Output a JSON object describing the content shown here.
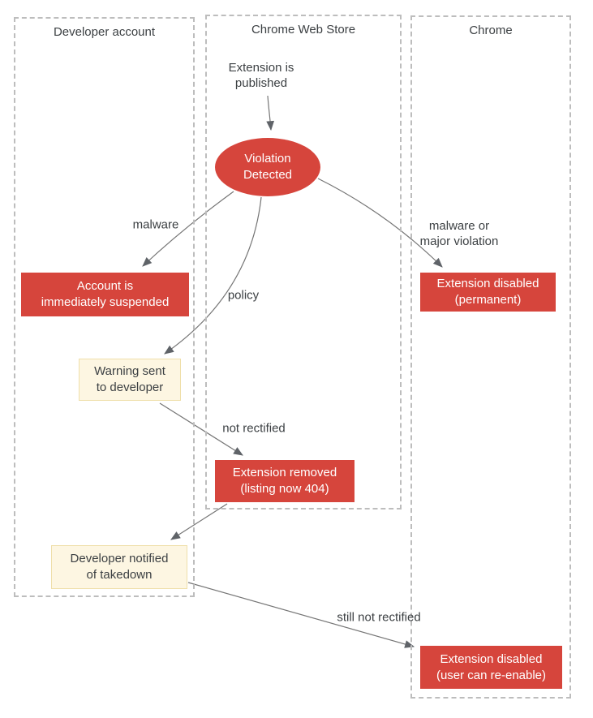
{
  "lanes": {
    "developer_account": {
      "label": "Developer account"
    },
    "chrome_web_store": {
      "label": "Chrome Web Store"
    },
    "chrome": {
      "label": "Chrome"
    }
  },
  "nodes": {
    "published": {
      "label": "Extension is\npublished"
    },
    "violation": {
      "label": "Violation\nDetected"
    },
    "suspended": {
      "label": "Account is\nimmediately suspended"
    },
    "disabled_permanent": {
      "label": "Extension disabled\n(permanent)"
    },
    "warning": {
      "label": "Warning sent\nto developer"
    },
    "removed": {
      "label": "Extension removed\n(listing now 404)"
    },
    "notified": {
      "label": "Developer notified\nof takedown"
    },
    "disabled_reenable": {
      "label": "Extension disabled\n(user can re-enable)"
    }
  },
  "edge_labels": {
    "malware": "malware",
    "malware_major": "malware or\nmajor violation",
    "policy": "policy",
    "not_rectified": "not rectified",
    "still_not_rectified": "still not rectified"
  },
  "colors": {
    "node_red": "#d6453c",
    "node_yellow_fill": "#fdf6e2",
    "node_yellow_border": "#efdfaa",
    "text": "#3c4043",
    "lane_border": "#bdbdbd",
    "arrow": "#757575",
    "arrowhead": "#5f6368",
    "node_text_on_red": "#ffffff"
  }
}
